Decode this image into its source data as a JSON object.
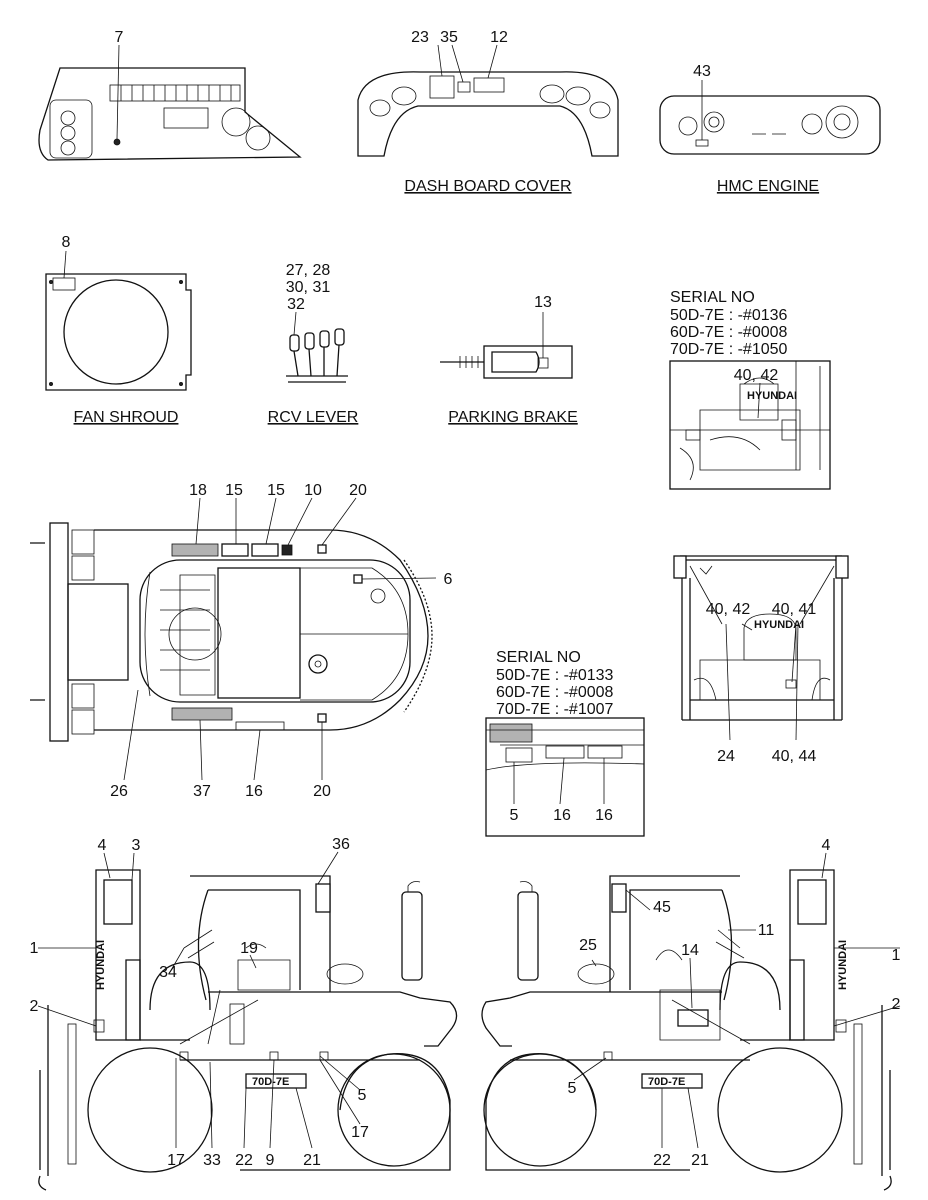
{
  "captions": {
    "dash_board_cover": "DASH BOARD COVER",
    "hmc_engine": "HMC ENGINE",
    "fan_shroud": "FAN SHROUD",
    "rcv_lever": "RCV LEVER",
    "parking_brake": "PARKING BRAKE"
  },
  "serial_box_1": {
    "title": "SERIAL NO",
    "lines": [
      "50D-7E : -#0136",
      "60D-7E : -#0008",
      "70D-7E : -#1050"
    ]
  },
  "serial_box_2": {
    "title": "SERIAL NO",
    "lines": [
      "50D-7E : -#0133",
      "60D-7E : -#0008",
      "70D-7E : -#1007"
    ]
  },
  "brand_text": "HYUNDAI",
  "model_badge": "70D-7E",
  "labels": {
    "l7": "7",
    "l23": "23",
    "l35": "35",
    "l12": "12",
    "l43": "43",
    "l8": "8",
    "l27_28": "27, 28",
    "l30_31": "30, 31",
    "l32": "32",
    "l13": "13",
    "l40_42a": "40, 42",
    "l18": "18",
    "l15a": "15",
    "l15b": "15",
    "l10": "10",
    "l20a": "20",
    "l6": "6",
    "l26": "26",
    "l37": "37",
    "l16a": "16",
    "l20b": "20",
    "l40_42b": "40, 42",
    "l40_41": "40, 41",
    "l24": "24",
    "l40_44": "40, 44",
    "l5a": "5",
    "l16b": "16",
    "l16c": "16",
    "l4a": "4",
    "l3": "3",
    "l36": "36",
    "l1a": "1",
    "l2a": "2",
    "l34": "34",
    "l19": "19",
    "l5b": "5",
    "l17a": "17",
    "l17b": "17",
    "l33": "33",
    "l22a": "22",
    "l9": "9",
    "l21a": "21",
    "l45": "45",
    "l11": "11",
    "l4b": "4",
    "l25": "25",
    "l14": "14",
    "l1b": "1",
    "l2b": "2",
    "l5c": "5",
    "l22b": "22",
    "l21b": "21"
  }
}
